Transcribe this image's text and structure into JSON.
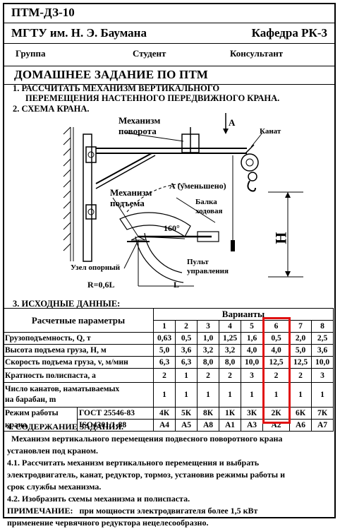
{
  "header": {
    "code": "ПТМ-ДЗ-10",
    "university": "МГТУ им. Н. Э. Баумана",
    "department": "Кафедра РК-3",
    "group_label": "Группа",
    "student_label": "Студент",
    "consultant_label": "Консультант",
    "title": "ДОМАШНЕЕ ЗАДАНИЕ ПО ПТМ"
  },
  "task": {
    "item1_line1": "1. РАССЧИТАТЬ МЕХАНИЗМ ВЕРТИКАЛЬНОГО",
    "item1_line2": "ПЕРЕМЕЩЕНИЯ НАСТЕННОГО   ПЕРЕДВИЖНОГО КРАНА.",
    "item2": "2. СХЕМА КРАНА."
  },
  "diagram": {
    "mech_rotation_1": "Механизм",
    "mech_rotation_2": "поворота",
    "label_a": "А",
    "rope": "Канат",
    "mech_lift_1": "Механизм",
    "mech_lift_2": "подъема",
    "a_reduced": "А (уменьшено)",
    "beam_1": "Балка",
    "beam_2": "ходовая",
    "angle": "160°",
    "height": "Н",
    "pendant_1": "Пульт",
    "pendant_2": "управления",
    "support": "Узел опорный",
    "radius": "R=0,6L",
    "length": "L"
  },
  "data_section": {
    "heading": "3. ИСХОДНЫЕ ДАННЫЕ:",
    "params_header": "Расчетные параметры",
    "variants_header": "Варианты",
    "variant_numbers": [
      "1",
      "2",
      "3",
      "4",
      "5",
      "6",
      "7",
      "8"
    ],
    "rows": [
      {
        "label": "Грузоподъемность, Q, т",
        "values": [
          "0,63",
          "0,5",
          "1,0",
          "1,25",
          "1,6",
          "0,5",
          "2,0",
          "2,5"
        ]
      },
      {
        "label": "Высота подъема груза, Н, м",
        "values": [
          "5,0",
          "3,6",
          "3,2",
          "3,2",
          "4,0",
          "4,0",
          "5,0",
          "3,6"
        ]
      },
      {
        "label": "Скорость подъема груза, v, м/мин",
        "values": [
          "6,3",
          "6,3",
          "8,0",
          "8,0",
          "10,0",
          "12,5",
          "12,5",
          "10,0"
        ]
      },
      {
        "label": "Кратность полиспаста, а",
        "values": [
          "2",
          "1",
          "2",
          "2",
          "3",
          "2",
          "2",
          "3"
        ]
      },
      {
        "label1": "Число канатов, наматываемых",
        "label2": "на  барабан, m",
        "values": [
          "1",
          "1",
          "1",
          "1",
          "1",
          "1",
          "1",
          "1"
        ]
      }
    ],
    "mode_label1": "Режим работы",
    "mode_label2": "крана",
    "gost1": "ГОСТ 25546-83",
    "gost2": "ISO4301/1-88",
    "mode_gost": [
      "4К",
      "5К",
      "8К",
      "1К",
      "3К",
      "2К",
      "6К",
      "7К"
    ],
    "mode_iso": [
      "А4",
      "А5",
      "А8",
      "А1",
      "А3",
      "А2",
      "А6",
      "А7"
    ],
    "highlight_color": "#e01010"
  },
  "content": {
    "heading": "4. СОДЕРЖАНИЕ ЗАДАНИЯ.",
    "p1a": "Механизм вертикального перемещения подвесного поворотного крана",
    "p1b": "установлен  под краном.",
    "p2a": "4.1. Рассчитать механизм вертикального перемещения и выбрать",
    "p2b": "электродвигатель, канат, редуктор, тормоз, установив режимы работы и",
    "p2c": "срок службы механизма.",
    "p3": "4.2. Изобразить схемы механизма и полиспаста.",
    "note_label": "ПРИМЕЧАНИЕ:",
    "note_a": "при мощности электродвигателя более 1,5 кВт",
    "note_b": "применение червячного редуктора нецелесообразно."
  }
}
